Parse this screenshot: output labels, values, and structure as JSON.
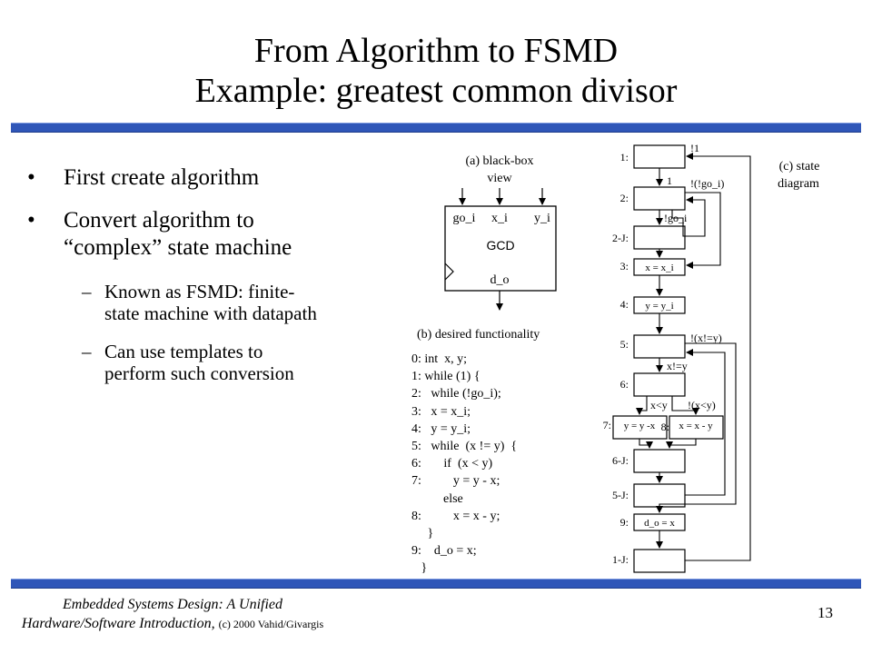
{
  "title": {
    "line1": "From Algorithm to FSMD",
    "line2": "Example: greatest common divisor"
  },
  "bullets": [
    {
      "dot": "•",
      "lines": [
        "First create algorithm"
      ]
    },
    {
      "dot": "•",
      "lines": [
        "Convert algorithm to",
        "“complex” state machine"
      ]
    }
  ],
  "subbullets": [
    {
      "dash": "–",
      "lines": [
        "Known as FSMD: finite-",
        "state machine with datapath"
      ]
    },
    {
      "dash": "–",
      "lines": [
        "Can use templates to",
        "perform such conversion"
      ]
    }
  ],
  "blackbox": {
    "caption_line1": "(a) black-box",
    "caption_line2": "view",
    "inputs": [
      "go_i",
      "x_i",
      "y_i"
    ],
    "name": "GCD",
    "output": "d_o"
  },
  "functionality": {
    "caption": "(b)  desired functionality",
    "code": [
      "0: int  x, y;",
      "1: while (1) {",
      "2:   while (!go_i);",
      "3:   x = x_i;",
      "4:   y = y_i;",
      "5:   while  (x != y)  {",
      "6:       if  (x < y)",
      "7:          y = y - x;",
      "          else",
      "8:          x = x - y;",
      "     }",
      "9:    d_o = x;",
      "   }"
    ]
  },
  "state_diagram": {
    "caption_line1": "(c) state",
    "caption_line2": "diagram",
    "state_labels": [
      "1:",
      "2:",
      "2-J:",
      "3:",
      "4:",
      "5:",
      "6:",
      "7:",
      "8:",
      "6-J:",
      "5-J:",
      "9:",
      "1-J:"
    ],
    "state_actions": [
      "x = x_i",
      "y = y_i",
      "y = y -x",
      "x = x - y",
      "d_o = x"
    ],
    "edge_labels": [
      "!1",
      "1",
      "!(!go_i)",
      "!go_i",
      "!(x!=y)",
      "x!=y",
      "x<y",
      "!(x<y)"
    ]
  },
  "footer": {
    "line1": "Embedded Systems Design: A Unified",
    "line2": "Hardware/Software Introduction,",
    "copyright": "(c) 2000 Vahid/Givargis",
    "page": "13"
  }
}
